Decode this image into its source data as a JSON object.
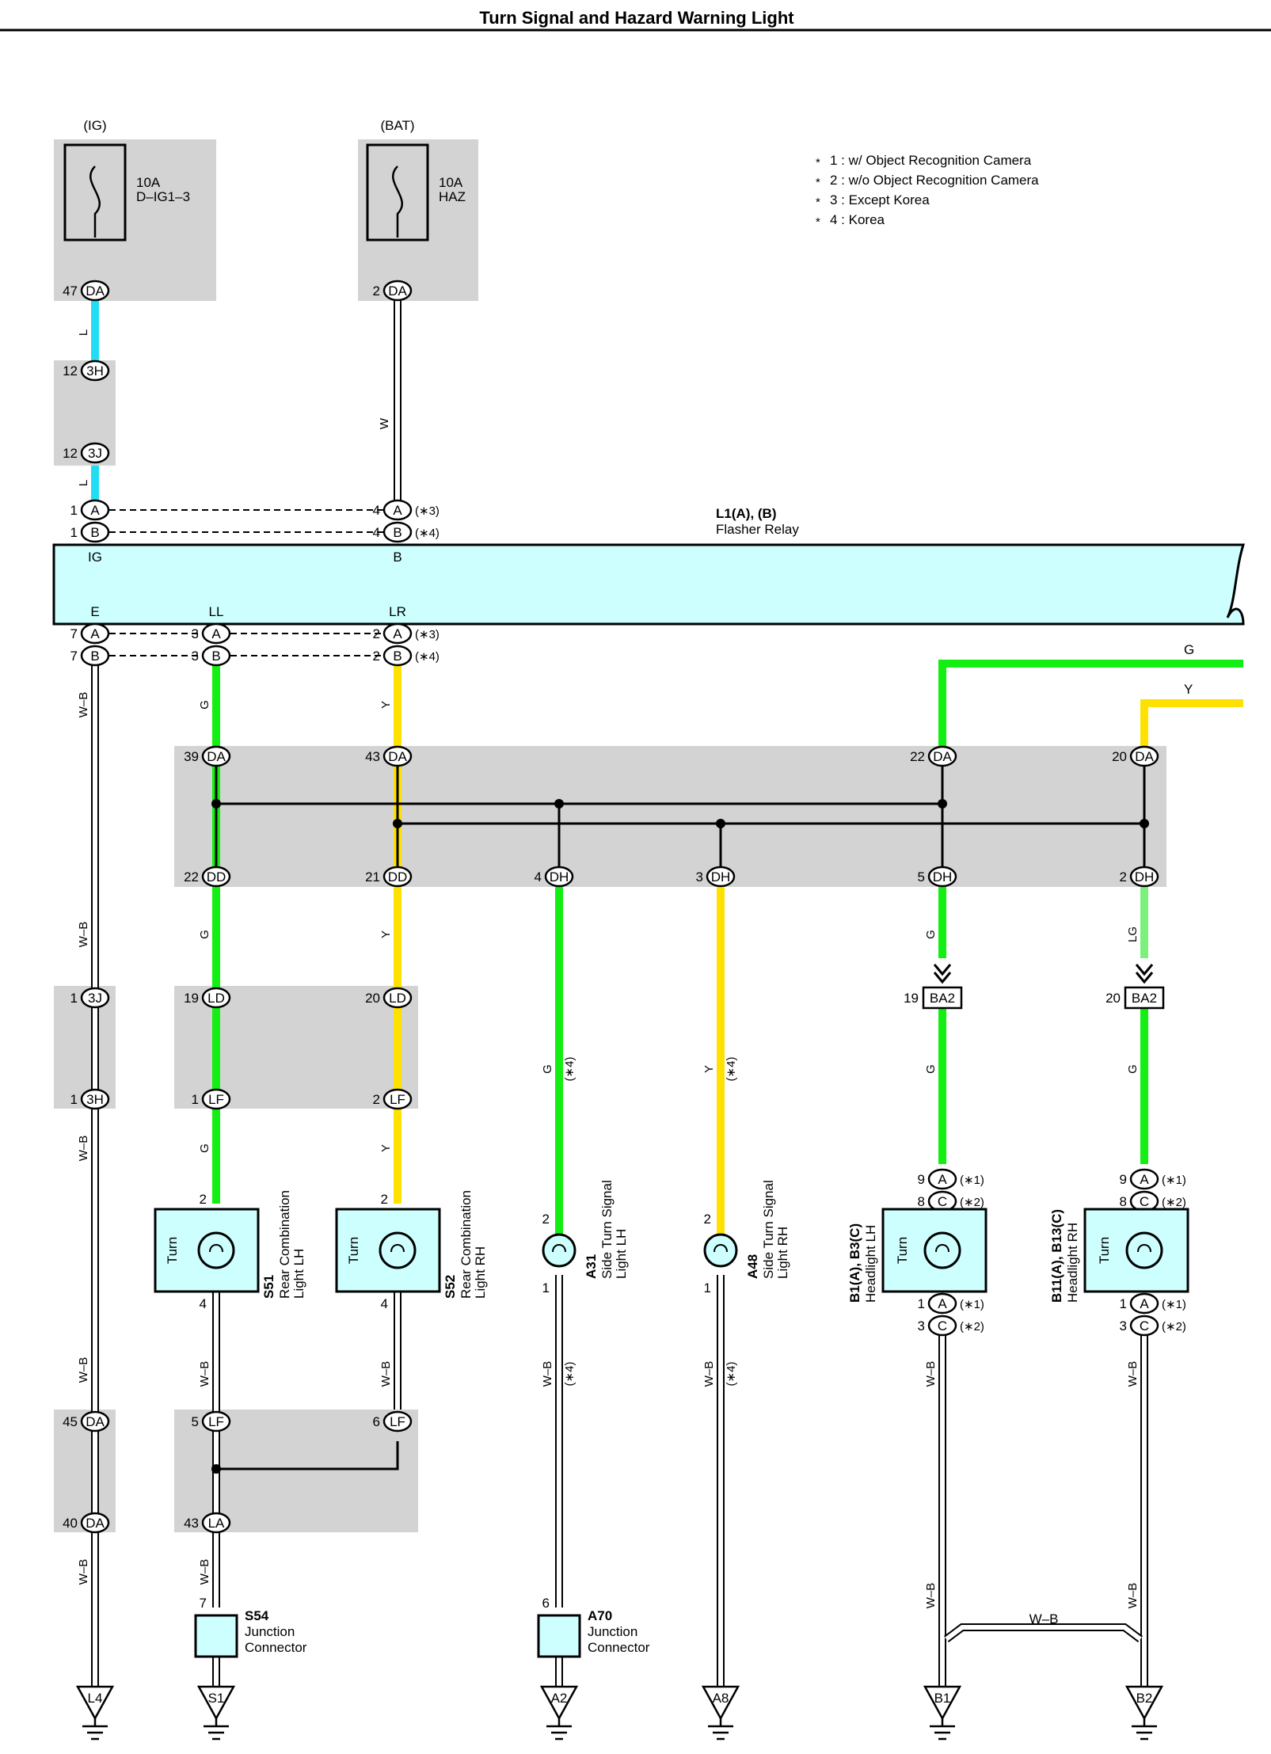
{
  "title": "Turn Signal and Hazard Warning Light",
  "colors": {
    "L": "#22ddf2",
    "G": "#13ee13",
    "Y": "#ffe100",
    "LG": "#7cf07c",
    "W": "#ffffff",
    "WB": "#ffffff",
    "block_fill": "#cdffff",
    "junction_area": "#d3d3d3"
  },
  "notes": [
    "1 : w/ Object Recognition Camera",
    "2 : w/o Object Recognition Camera",
    "3 : Except Korea",
    "4 : Korea"
  ],
  "note_symbol": "*",
  "fuses": [
    {
      "source": "(IG)",
      "rating": "10A",
      "name": "D–IG1–3",
      "pin": "47",
      "connector": "DA"
    },
    {
      "source": "(BAT)",
      "rating": "10A",
      "name": "HAZ",
      "pin": "2",
      "connector": "DA"
    }
  ],
  "relay": {
    "ref": "L1(A), (B)",
    "name": "Flasher Relay",
    "terminals": [
      "IG",
      "B",
      "E",
      "LL",
      "LR"
    ]
  },
  "wire_labels": [
    "L",
    "W",
    "W–B",
    "G",
    "Y",
    "LG"
  ],
  "connectors": {
    "top": [
      {
        "pin": "12",
        "conn": "3H"
      },
      {
        "pin": "12",
        "conn": "3J"
      },
      {
        "pin": "1",
        "conn": "A"
      },
      {
        "pin": "1",
        "conn": "B"
      },
      {
        "pin": "4",
        "conn": "A",
        "note": "(∗3)"
      },
      {
        "pin": "4",
        "conn": "B",
        "note": "(∗4)"
      }
    ],
    "relay_out": [
      {
        "pin": "7",
        "conn": "A"
      },
      {
        "pin": "7",
        "conn": "B"
      },
      {
        "pin": "3",
        "conn": "A"
      },
      {
        "pin": "3",
        "conn": "B"
      },
      {
        "pin": "2",
        "conn": "A",
        "note": "(∗3)"
      },
      {
        "pin": "2",
        "conn": "B",
        "note": "(∗4)"
      }
    ],
    "junction_top": [
      {
        "pin": "39",
        "conn": "DA"
      },
      {
        "pin": "43",
        "conn": "DA"
      },
      {
        "pin": "22",
        "conn": "DA"
      },
      {
        "pin": "20",
        "conn": "DA"
      }
    ],
    "junction_bottom": [
      {
        "pin": "22",
        "conn": "DD"
      },
      {
        "pin": "21",
        "conn": "DD"
      },
      {
        "pin": "4",
        "conn": "DH"
      },
      {
        "pin": "3",
        "conn": "DH"
      },
      {
        "pin": "5",
        "conn": "DH"
      },
      {
        "pin": "2",
        "conn": "DH"
      }
    ],
    "mid": [
      {
        "pin": "1",
        "conn": "3J"
      },
      {
        "pin": "1",
        "conn": "3H"
      },
      {
        "pin": "19",
        "conn": "LD"
      },
      {
        "pin": "20",
        "conn": "LD"
      },
      {
        "pin": "1",
        "conn": "LF"
      },
      {
        "pin": "2",
        "conn": "LF"
      },
      {
        "pin": "19",
        "conn": "BA2"
      },
      {
        "pin": "20",
        "conn": "BA2"
      }
    ],
    "lower": [
      {
        "pin": "45",
        "conn": "DA"
      },
      {
        "pin": "40",
        "conn": "DA"
      },
      {
        "pin": "5",
        "conn": "LF"
      },
      {
        "pin": "6",
        "conn": "LF"
      },
      {
        "pin": "43",
        "conn": "LA"
      }
    ]
  },
  "components": [
    {
      "ref": "S51",
      "name": "Rear Combination",
      "name2": "Light LH",
      "inner": "Turn",
      "pin_top": "2",
      "pin_bottom": "4"
    },
    {
      "ref": "S52",
      "name": "Rear Combination",
      "name2": "Light RH",
      "inner": "Turn",
      "pin_top": "2",
      "pin_bottom": "4"
    },
    {
      "ref": "A31",
      "name": "Side Turn Signal",
      "name2": "Light LH",
      "pin_top": "2",
      "pin_bottom": "1"
    },
    {
      "ref": "A48",
      "name": "Side Turn Signal",
      "name2": "Light RH",
      "pin_top": "2",
      "pin_bottom": "1"
    },
    {
      "ref": "B1(A), B3(C)",
      "name": "Headlight LH",
      "inner": "Turn",
      "pins": [
        "9",
        "8",
        "1",
        "3"
      ]
    },
    {
      "ref": "B11(A), B13(C)",
      "name": "Headlight RH",
      "inner": "Turn",
      "pins": [
        "9",
        "8",
        "1",
        "3"
      ]
    }
  ],
  "junction_connectors": [
    {
      "ref": "S54",
      "name": "Junction",
      "name2": "Connector",
      "pin": "7"
    },
    {
      "ref": "A70",
      "name": "Junction",
      "name2": "Connector",
      "pin": "6"
    }
  ],
  "grounds": [
    "L4",
    "S1",
    "A2",
    "A8",
    "B1",
    "B2"
  ],
  "pin_notes": [
    "(∗1)",
    "(∗2)",
    "(∗3)",
    "(∗4)"
  ]
}
